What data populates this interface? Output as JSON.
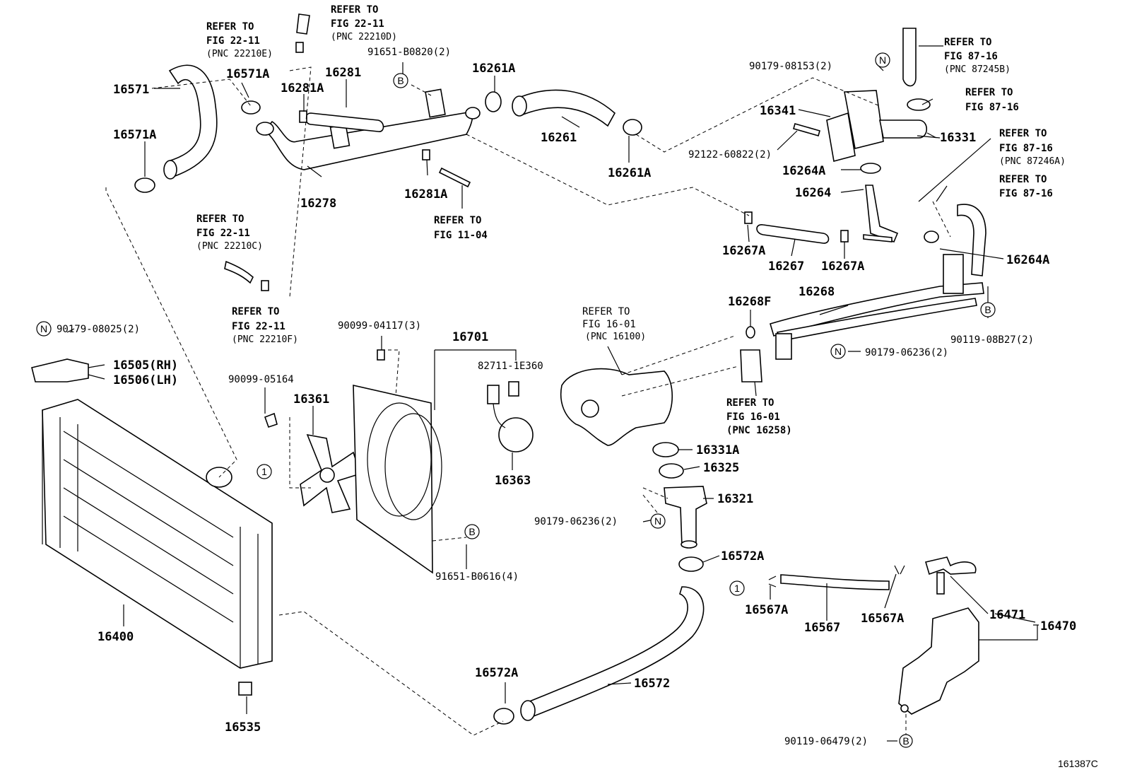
{
  "figure_id": "161387C",
  "markers": {
    "N": "N",
    "B": "B",
    "one": "1"
  },
  "refs": {
    "r1": {
      "l1": "REFER TO",
      "l2": "FIG 22-11",
      "l3": "(PNC 22210E)"
    },
    "r2": {
      "l1": "REFER TO",
      "l2": "FIG 22-11",
      "l3": "(PNC 22210D)"
    },
    "r3": {
      "l1": "REFER TO",
      "l2": "FIG 22-11",
      "l3": "(PNC 22210C)"
    },
    "r4": {
      "l1": "REFER TO",
      "l2": "FIG 22-11",
      "l3": "(PNC 22210F)"
    },
    "r5": {
      "l1": "REFER TO",
      "l2": "FIG 11-04"
    },
    "r6": {
      "l1": "REFER TO",
      "l2": "FIG 87-16",
      "l3": "(PNC 87245B)"
    },
    "r7": {
      "l1": "REFER TO",
      "l2": "FIG 87-16"
    },
    "r8": {
      "l1": "REFER TO",
      "l2": "FIG 87-16",
      "l3": "(PNC 87246A)"
    },
    "r9": {
      "l1": "REFER TO",
      "l2": "FIG 87-16"
    },
    "r10": {
      "l1": "REFER TO",
      "l2": "FIG 16-01",
      "l3": "(PNC 16100)"
    },
    "r11": {
      "l1": "REFER TO",
      "l2": "FIG 16-01",
      "l3": "(PNC 16258)"
    }
  },
  "parts": {
    "p16571": "16571",
    "p16571A_a": "16571A",
    "p16571A_b": "16571A",
    "p16281": "16281",
    "p16281A_a": "16281A",
    "p16281A_b": "16281A",
    "p16278": "16278",
    "p91651_0820": "91651-B0820(2)",
    "p16261A_a": "16261A",
    "p16261A_b": "16261A",
    "p16261": "16261",
    "p90179_08153": "90179-08153(2)",
    "p16341": "16341",
    "p16331": "16331",
    "p92122": "92122-60822(2)",
    "p16264A_a": "16264A",
    "p16264A_b": "16264A",
    "p16264": "16264",
    "p16267A_a": "16267A",
    "p16267A_b": "16267A",
    "p16267": "16267",
    "p16268F": "16268F",
    "p16268": "16268",
    "p90119_08B27": "90119-08B27(2)",
    "p90179_06236_a": "90179-06236(2)",
    "p90179_06236_b": "90179-06236(2)",
    "p90179_08025": "90179-08025(2)",
    "p16505": "16505(RH)",
    "p16506": "16506(LH)",
    "p90099_04117": "90099-04117(3)",
    "p16701": "16701",
    "p82711": "82711-1E360",
    "p90099_05164": "90099-05164",
    "p16361": "16361",
    "p16363": "16363",
    "p91651_0616": "91651-B0616(4)",
    "p16331A": "16331A",
    "p16325": "16325",
    "p16321": "16321",
    "p16572A_a": "16572A",
    "p16572A_b": "16572A",
    "p16572": "16572",
    "p16400": "16400",
    "p16535": "16535",
    "p16567A_a": "16567A",
    "p16567A_b": "16567A",
    "p16567": "16567",
    "p16471": "16471",
    "p16470": "16470",
    "p90119_06479": "90119-06479(2)"
  }
}
